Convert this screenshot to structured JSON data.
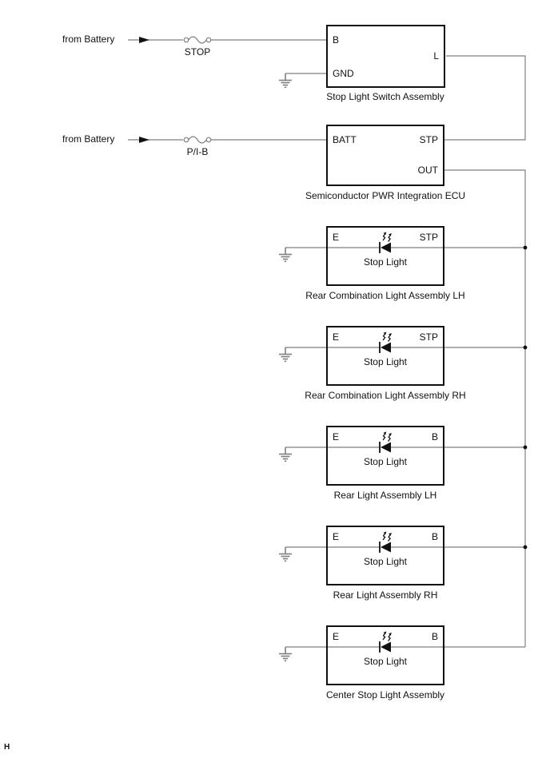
{
  "diagram": {
    "corner_label": "H",
    "colors": {
      "wire": "#7f7f7f",
      "box_border": "#111111",
      "text": "#111111",
      "background": "#ffffff"
    },
    "power_feeds": [
      {
        "label": "from Battery",
        "fuse": "STOP"
      },
      {
        "label": "from Battery",
        "fuse": "P/I-B"
      }
    ],
    "components": [
      {
        "caption": "Stop Light Switch Assembly",
        "pins": {
          "left_top": "B",
          "left_bottom": "GND",
          "right": "L"
        }
      },
      {
        "caption": "Semiconductor PWR Integration ECU",
        "pins": {
          "left_top": "BATT",
          "right_top": "STP",
          "right_bottom": "OUT"
        }
      },
      {
        "caption": "Rear Combination Light Assembly LH",
        "pins": {
          "left": "E",
          "right": "STP"
        },
        "inner_label": "Stop Light"
      },
      {
        "caption": "Rear Combination Light Assembly RH",
        "pins": {
          "left": "E",
          "right": "STP"
        },
        "inner_label": "Stop Light"
      },
      {
        "caption": "Rear Light Assembly LH",
        "pins": {
          "left": "E",
          "right": "B"
        },
        "inner_label": "Stop Light"
      },
      {
        "caption": "Rear Light Assembly RH",
        "pins": {
          "left": "E",
          "right": "B"
        },
        "inner_label": "Stop Light"
      },
      {
        "caption": "Center Stop Light Assembly",
        "pins": {
          "left": "E",
          "right": "B"
        },
        "inner_label": "Stop Light"
      }
    ]
  }
}
